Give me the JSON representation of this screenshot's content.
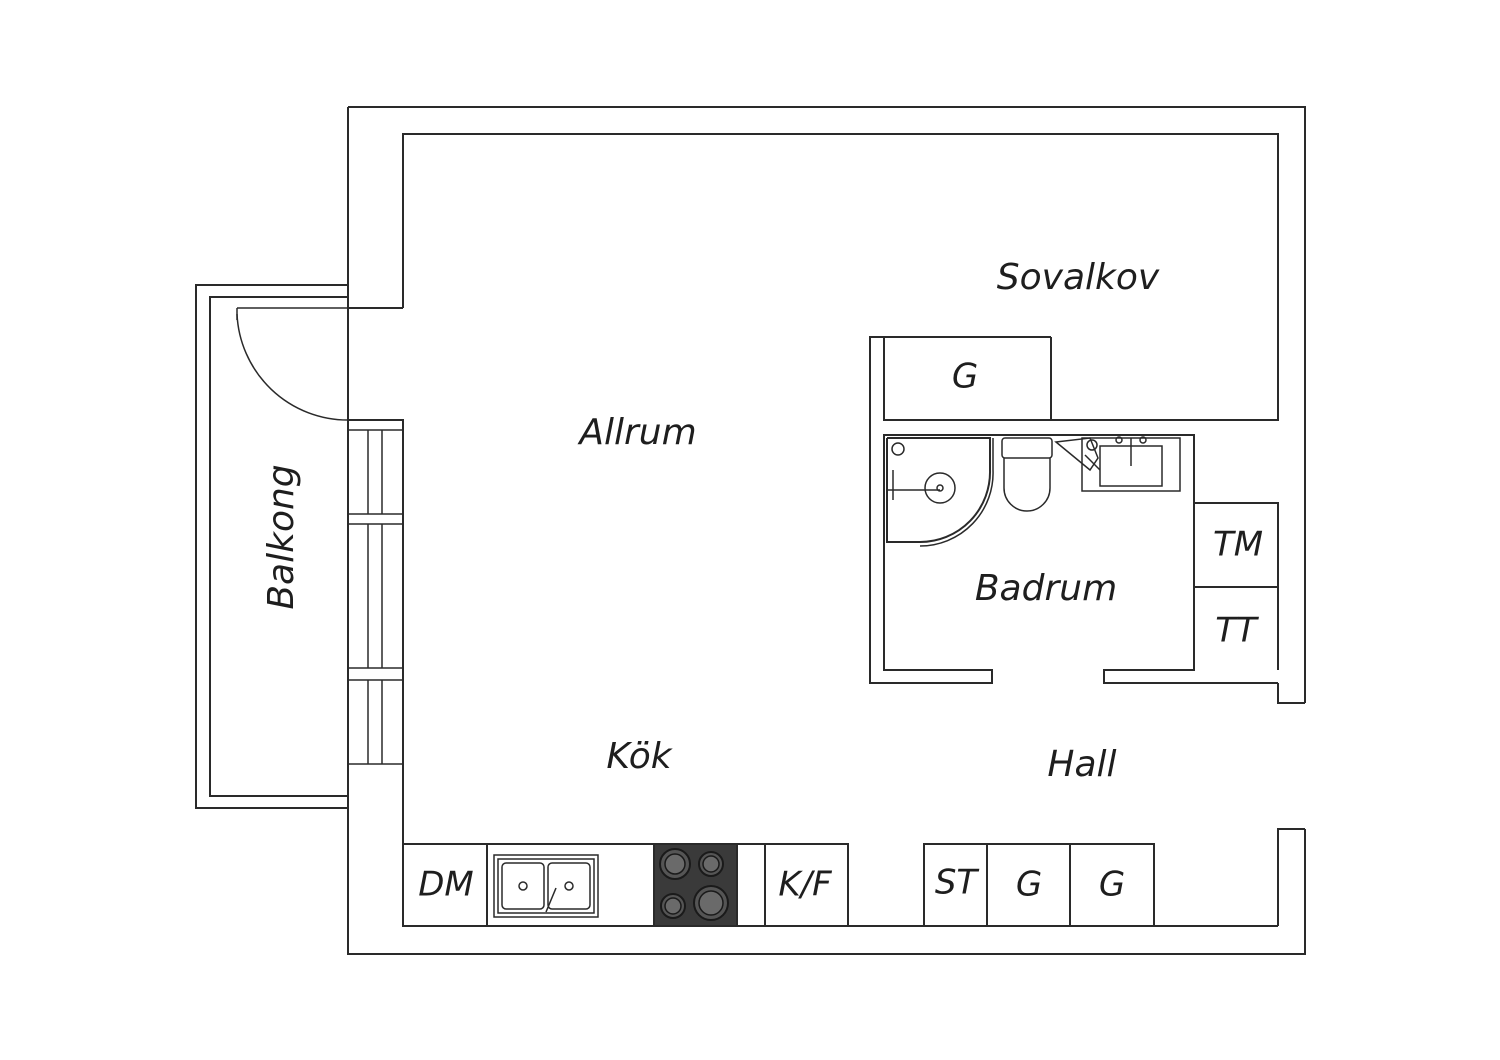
{
  "rooms": {
    "sovalkov": "Sovalkov",
    "allrum": "Allrum",
    "balkong": "Balkong",
    "badrum": "Badrum",
    "kok": "Kök",
    "hall": "Hall"
  },
  "fixtures": {
    "wardrobe_bedroom": "G",
    "washer": "TM",
    "dryer": "TT",
    "dishwasher": "DM",
    "fridge_freezer": "K/F",
    "storage": "ST",
    "wardrobe_hall_1": "G",
    "wardrobe_hall_2": "G"
  },
  "colors": {
    "line": "#2a2a2a",
    "hob": "#3a3a3a",
    "background": "#ffffff"
  }
}
